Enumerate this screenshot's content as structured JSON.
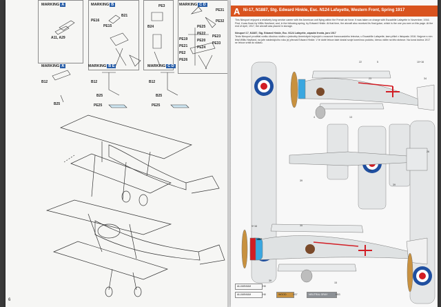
{
  "left_page": {
    "marking_labels": [
      {
        "text": "MARKING",
        "letters": "A"
      },
      {
        "text": "MARKING",
        "letters": "B"
      },
      {
        "text": "MARKING",
        "letters": "C D"
      },
      {
        "text": "MARKING",
        "letters": "A"
      },
      {
        "text": "MARKING",
        "letters": "B E"
      },
      {
        "text": "MARKING",
        "letters": "C D"
      }
    ],
    "part_labels": {
      "a11_a29": "A11, A29",
      "pe16": "PE16",
      "pe15": "PE15",
      "b21": "B21",
      "pe3": "PE3",
      "b24": "B24",
      "pe31": "PE31",
      "pe32": "PE32",
      "pe25_top": "PE25",
      "pe19": "PE19",
      "pe21": "PE21",
      "pe2": "PE2",
      "pe22": "PE22",
      "pe20": "PE20",
      "pe24": "PE24",
      "pe23": "PE23",
      "pe33": "PE33",
      "pe26": "PE26",
      "b12_a": "B12",
      "b25_a": "B25",
      "b12_b": "B12",
      "b25_b": "B25",
      "pe25_b": "PE25",
      "b12_c": "B12",
      "b25_c": "B25",
      "pe25_c": "PE25"
    },
    "page_number": "6"
  },
  "right_page": {
    "marking_letter": "A",
    "title": "Ni-17, N1887, Stg. Edward Hinkle, Esc. N124 Lafayette, Western Front, Spring 1917",
    "description_en": "This Nieuport enjoyed a relatively long service career with the American unit flying within the French air force. It was taken on charge with Escadrille Lafayette in November, 1916. First, it was flown by Willis Haviland, and, in the following spring, by Edward Hinkle. At that time, the aircraft also received its final guise, which is the one you see on this page. At the end of April, 1917, the aircraft was placed in storage.",
    "subtitle_cz": "Nieuport 17, N1887, Stg. Edward Hinkle, Esc. N124 Lafayette, západní fronta, jaro 1917",
    "description_cz": "Tento Nieuport prodělal vcelku dlouhou službu u jednotky Amerických bojových u svazové francouzského letectva, u Escadrille Lafayette, kam přišel v listopadu 1916. Nejprve s ním létal Willis Haviland, na jaře následujícího roku jej převzal Edward Hinkle. V té době letoun také dostal svoje konečnou podobu, kterou vidíte na této stránce. Na konci dubna 1917 se letoun vrátil do skladu.",
    "aircraft_code": "1887",
    "callouts": [
      "22",
      "5",
      "10+16",
      "23",
      "34",
      "4",
      "13",
      "39",
      "39",
      "26",
      "39",
      "9+16",
      "35",
      "39",
      "15"
    ],
    "paint_legend": [
      {
        "label": "ALUMINIUM",
        "code": "H8",
        "color": "#c9cbcc"
      },
      {
        "label": "ALUMINIUM",
        "code": "H8",
        "color": "#c9cbcc"
      },
      {
        "label": "WOOD",
        "code": "H37",
        "color": "#c8913f"
      },
      {
        "label": "NEUTRAL GRAY",
        "code": "H53",
        "color": "#8d9196"
      }
    ],
    "colors": {
      "roundel_blue": "#1f4fa0",
      "roundel_red": "#d21d24",
      "cowl_blue": "#3aa7e0",
      "title_bar": "#d9531e"
    }
  }
}
